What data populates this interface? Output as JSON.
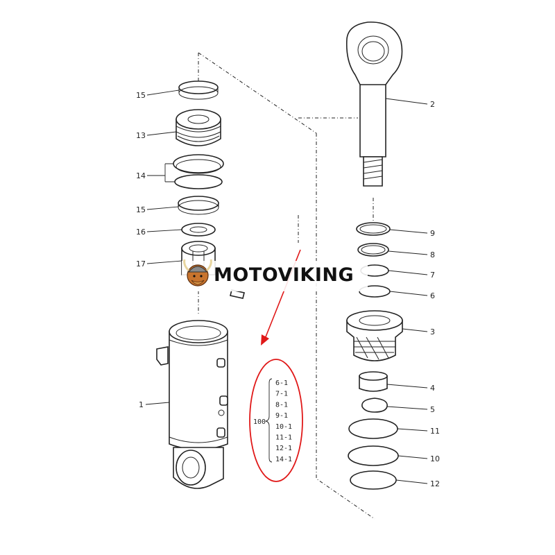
{
  "diagram": {
    "callouts": {
      "p1": "1",
      "p2": "2",
      "p3": "3",
      "p4": "4",
      "p5": "5",
      "p6": "6",
      "p7": "7",
      "p8": "8",
      "p9": "9",
      "p10": "10",
      "p11": "11",
      "p12": "12",
      "p13": "13",
      "p14": "14",
      "p15a": "15",
      "p15b": "15",
      "p16": "16",
      "p17": "17"
    },
    "seal_kit": {
      "number": "100",
      "items": [
        "6-1",
        "7-1",
        "8-1",
        "9-1",
        "10-1",
        "11-1",
        "12-1",
        "14-1"
      ]
    },
    "highlight_color": "#e01818"
  },
  "watermark": {
    "text": "MOTOVIKING",
    "logo": "viking-head-icon"
  }
}
